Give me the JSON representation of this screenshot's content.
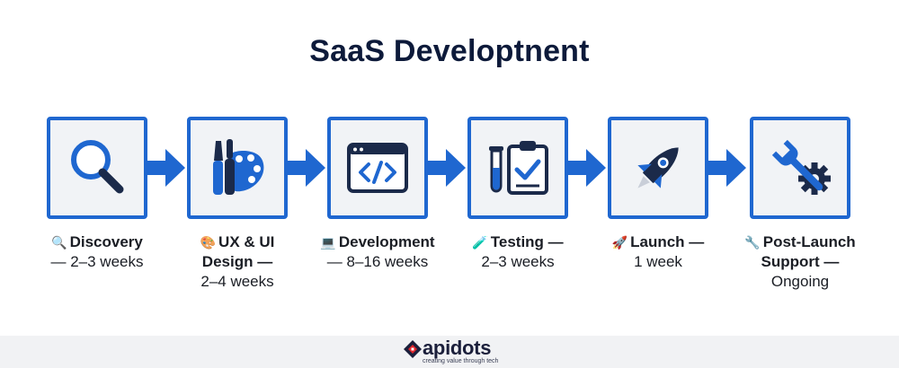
{
  "title": "SaaS Developtnent",
  "steps": [
    {
      "icon": "magnifier-icon",
      "emoji": "🔍",
      "name": "Discovery",
      "line1_rest": "",
      "line2": "— 2–3 weeks",
      "line3": ""
    },
    {
      "icon": "brush-palette-icon",
      "emoji": "🎨",
      "name": "UX & UI",
      "line1_rest": "",
      "line2": "Design —",
      "line3": "2–4 weeks"
    },
    {
      "icon": "code-window-icon",
      "emoji": "💻",
      "name": "Development",
      "line1_rest": "",
      "line2": "— 8–16 weeks",
      "line3": ""
    },
    {
      "icon": "test-tube-clipboard-icon",
      "emoji": "🧪",
      "name": "Testing",
      "line1_rest": " —",
      "line2": "2–3 weeks",
      "line3": ""
    },
    {
      "icon": "rocket-icon",
      "emoji": "🚀",
      "name": "Launch",
      "line1_rest": " —",
      "line2": "1 week",
      "line3": ""
    },
    {
      "icon": "wrench-gear-icon",
      "emoji": "🔧",
      "name": "Post-Launch",
      "line1_rest": "",
      "line2": "Support —",
      "line3": "Ongoing"
    }
  ],
  "footer": {
    "brand": "apidots",
    "tagline": "creating value through tech"
  },
  "colors": {
    "accent": "#1f67d0",
    "dark": "#0d1a3a",
    "box_fill": "#f1f3f6"
  }
}
